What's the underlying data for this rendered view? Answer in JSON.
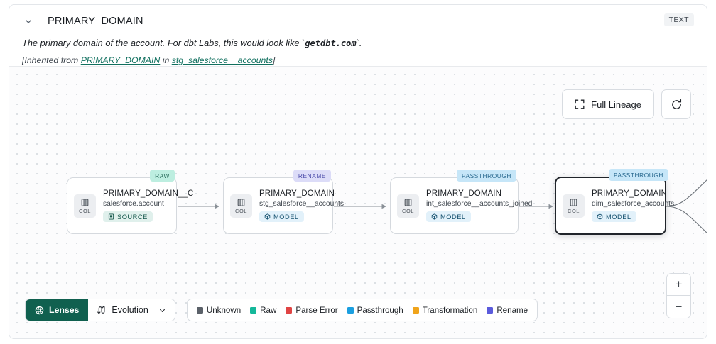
{
  "header": {
    "chevron_icon": "chevron-down-icon",
    "title": "PRIMARY_DOMAIN",
    "type_badge": "TEXT",
    "description_prefix": "The primary domain of the account. For dbt Labs, this would look like `",
    "description_code": "getdbt.com",
    "description_suffix": "`.",
    "inherited_prefix": "[Inherited from ",
    "inherited_link1": "PRIMARY_DOMAIN",
    "inherited_mid": " in ",
    "inherited_link2": "stg_salesforce__accounts",
    "inherited_suffix": "]"
  },
  "canvas": {
    "full_lineage_label": "Full Lineage",
    "full_lineage_icon": "expand-icon",
    "refresh_icon": "refresh-icon",
    "zoom_in_label": "+",
    "zoom_out_label": "−"
  },
  "graph": {
    "nodes": [
      {
        "tag": "RAW",
        "tag_class": "tag-raw",
        "col_icon": "column-icon",
        "col_label": "COL",
        "title": "PRIMARY_DOMAIN__C",
        "subtitle": "salesforce.account",
        "kind": "SOURCE",
        "kind_icon": "source-icon",
        "kind_class": "kind-source",
        "selected": false
      },
      {
        "tag": "RENAME",
        "tag_class": "tag-rename",
        "col_icon": "column-icon",
        "col_label": "COL",
        "title": "PRIMARY_DOMAIN",
        "subtitle": "stg_salesforce__accounts",
        "kind": "MODEL",
        "kind_icon": "model-icon",
        "kind_class": "kind-model",
        "selected": false
      },
      {
        "tag": "PASSTHROUGH",
        "tag_class": "tag-passthrough",
        "col_icon": "column-icon",
        "col_label": "COL",
        "title": "PRIMARY_DOMAIN",
        "subtitle": "int_salesforce__accounts_joined",
        "kind": "MODEL",
        "kind_icon": "model-icon",
        "kind_class": "kind-model",
        "selected": false
      },
      {
        "tag": "PASSTHROUGH",
        "tag_class": "tag-passthrough",
        "col_icon": "column-icon",
        "col_label": "COL",
        "title": "PRIMARY_DOMAIN",
        "subtitle": "dim_salesforce_accounts",
        "kind": "MODEL",
        "kind_icon": "model-icon",
        "kind_class": "kind-model",
        "selected": true
      }
    ]
  },
  "bottom": {
    "lenses_label": "Lenses",
    "lenses_icon": "lens-icon",
    "evolution_label": "Evolution",
    "evolution_icon": "evolution-icon",
    "evolution_caret_icon": "chevron-down-icon",
    "legend": [
      {
        "label": "Unknown",
        "color": "#5b6169"
      },
      {
        "label": "Raw",
        "color": "#14b89a"
      },
      {
        "label": "Parse Error",
        "color": "#e04444"
      },
      {
        "label": "Passthrough",
        "color": "#1b9fe0"
      },
      {
        "label": "Transformation",
        "color": "#f0a41b"
      },
      {
        "label": "Rename",
        "color": "#5b5bdc"
      }
    ]
  }
}
